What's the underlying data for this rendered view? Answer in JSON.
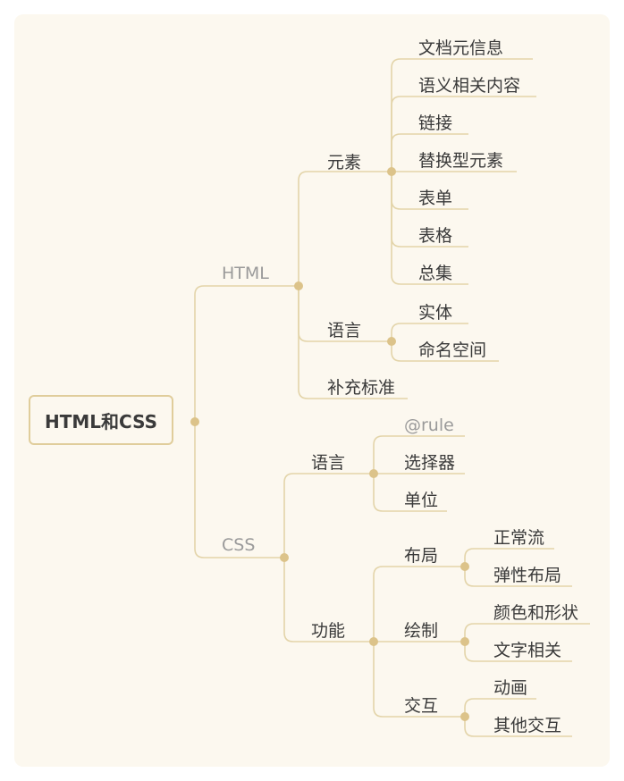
{
  "mindmap": {
    "root": "HTML和CSS",
    "html": {
      "label": "HTML",
      "elements": {
        "label": "元素",
        "children": [
          "文档元信息",
          "语义相关内容",
          "链接",
          "替换型元素",
          "表单",
          "表格",
          "总集"
        ]
      },
      "language": {
        "label": "语言",
        "children": [
          "实体",
          "命名空间"
        ]
      },
      "supplement": "补充标准"
    },
    "css": {
      "label": "CSS",
      "language": {
        "label": "语言",
        "children": [
          "@rule",
          "选择器",
          "单位"
        ]
      },
      "features": {
        "label": "功能",
        "layout": {
          "label": "布局",
          "children": [
            "正常流",
            "弹性布局"
          ]
        },
        "drawing": {
          "label": "绘制",
          "children": [
            "颜色和形状",
            "文字相关"
          ]
        },
        "interaction": {
          "label": "交互",
          "children": [
            "动画",
            "其他交互"
          ]
        }
      }
    }
  },
  "colors": {
    "line": "#e3d4a9",
    "dot": "#dcc38a",
    "background": "#fcf8ef",
    "text": "#3a3a3a",
    "muted_text": "#9a9a9a"
  }
}
